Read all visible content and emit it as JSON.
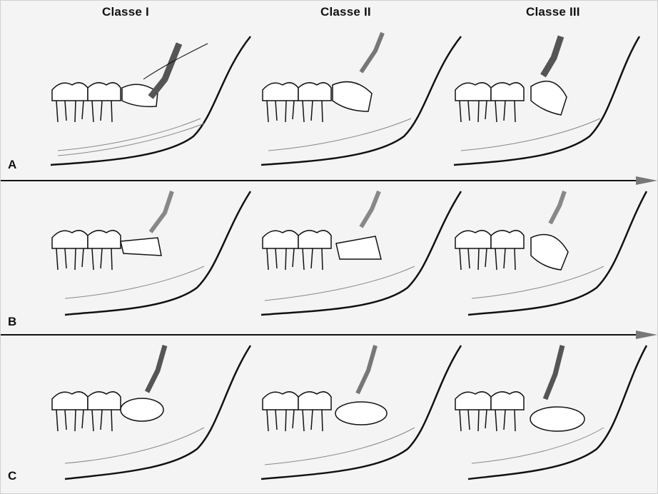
{
  "columns": [
    {
      "label": "Classe I"
    },
    {
      "label": "Classe II"
    },
    {
      "label": "Classe III"
    }
  ],
  "rows": [
    {
      "label": "A"
    },
    {
      "label": "B"
    },
    {
      "label": "C"
    }
  ],
  "colors": {
    "ink": "#111111",
    "tooth_fill": "#ffffff",
    "shade": "#8a8a8a",
    "background": "#f4f4f4"
  }
}
